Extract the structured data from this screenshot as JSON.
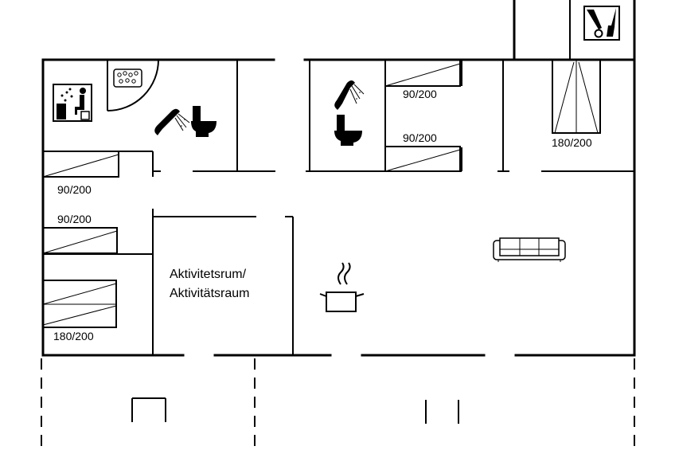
{
  "beds": {
    "bed1": "90/200",
    "bed2": "90/200",
    "bed3": "90/200",
    "bed4": "90/200",
    "bed5": "180/200",
    "bed6": "180/200"
  },
  "room_labels": {
    "line1": "Aktivitetsrum/",
    "line2": "Aktivitätsraum"
  },
  "icons": [
    "sauna-icon",
    "whirlpool-icon",
    "shower-icon",
    "toilet-icon",
    "washing-machine-icon",
    "sofa-icon",
    "cooking-pot-icon"
  ]
}
